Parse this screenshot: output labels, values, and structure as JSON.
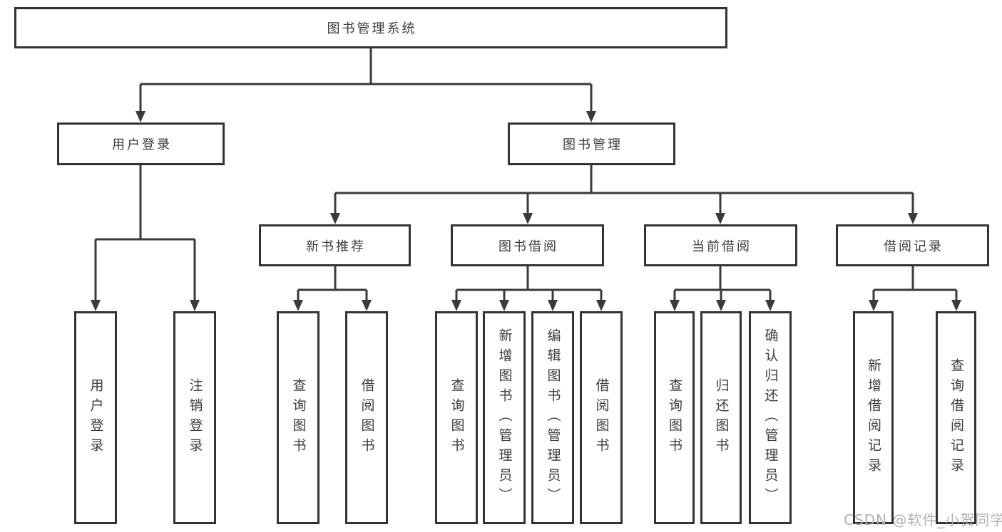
{
  "diagram": {
    "type": "hierarchy-tree",
    "root": {
      "label": "图书管理系统"
    },
    "level2": [
      {
        "id": "user-login",
        "label": "用户登录",
        "parent": "root"
      },
      {
        "id": "book-management",
        "label": "图书管理",
        "parent": "root"
      }
    ],
    "level3": [
      {
        "id": "new-book-recommend",
        "label": "新书推荐",
        "parent": "book-management"
      },
      {
        "id": "book-borrow",
        "label": "图书借阅",
        "parent": "book-management"
      },
      {
        "id": "current-borrow",
        "label": "当前借阅",
        "parent": "book-management"
      },
      {
        "id": "borrow-records",
        "label": "借阅记录",
        "parent": "book-management"
      }
    ],
    "leaves": [
      {
        "label": "用户登录",
        "parent": "user-login"
      },
      {
        "label": "注销登录",
        "parent": "user-login"
      },
      {
        "label": "查询图书",
        "parent": "new-book-recommend"
      },
      {
        "label": "借阅图书",
        "parent": "new-book-recommend"
      },
      {
        "label": "查询图书",
        "parent": "book-borrow"
      },
      {
        "label": "新增图书（管理员）",
        "parent": "book-borrow"
      },
      {
        "label": "编辑图书（管理员）",
        "parent": "book-borrow"
      },
      {
        "label": "借阅图书",
        "parent": "book-borrow"
      },
      {
        "label": "查询图书",
        "parent": "current-borrow"
      },
      {
        "label": "归还图书",
        "parent": "current-borrow"
      },
      {
        "label": "确认归还（管理员）",
        "parent": "current-borrow"
      },
      {
        "label": "新增借阅记录",
        "parent": "borrow-records"
      },
      {
        "label": "查询借阅记录",
        "parent": "borrow-records"
      }
    ],
    "colors": {
      "background": "#ffffff",
      "box_fill": "#ffffff",
      "box_border": "#333333",
      "line": "#3a3a3a",
      "text": "#3d3d3d",
      "watermark_text": "#b2b2b2"
    }
  },
  "watermark": {
    "text": "CSDN @软件_小贺同学"
  }
}
